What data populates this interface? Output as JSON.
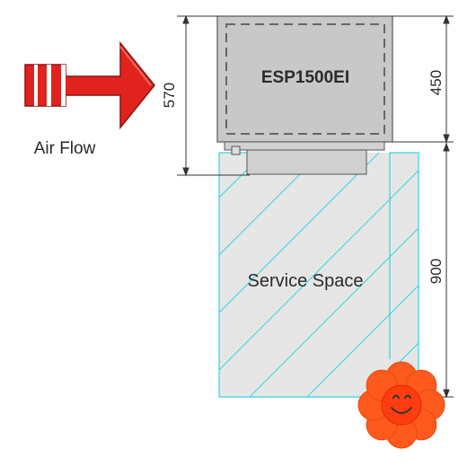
{
  "unit": {
    "model": "ESP1500EI",
    "body_color": "#c8c8c8",
    "outline_color": "#555555"
  },
  "airflow": {
    "label": "Air Flow",
    "arrow_color": "#e0231e"
  },
  "service_space": {
    "label": "Service Space",
    "fill_color": "#e6e6e6",
    "line_color": "#33d6e0"
  },
  "dimensions": {
    "unit_depth_total": "570",
    "unit_depth_body": "450",
    "service_depth": "900"
  },
  "mascot": {
    "icon": "smiling-flower-icon",
    "petal_color": "#ff5a1e",
    "face_color": "#ff3d10"
  }
}
